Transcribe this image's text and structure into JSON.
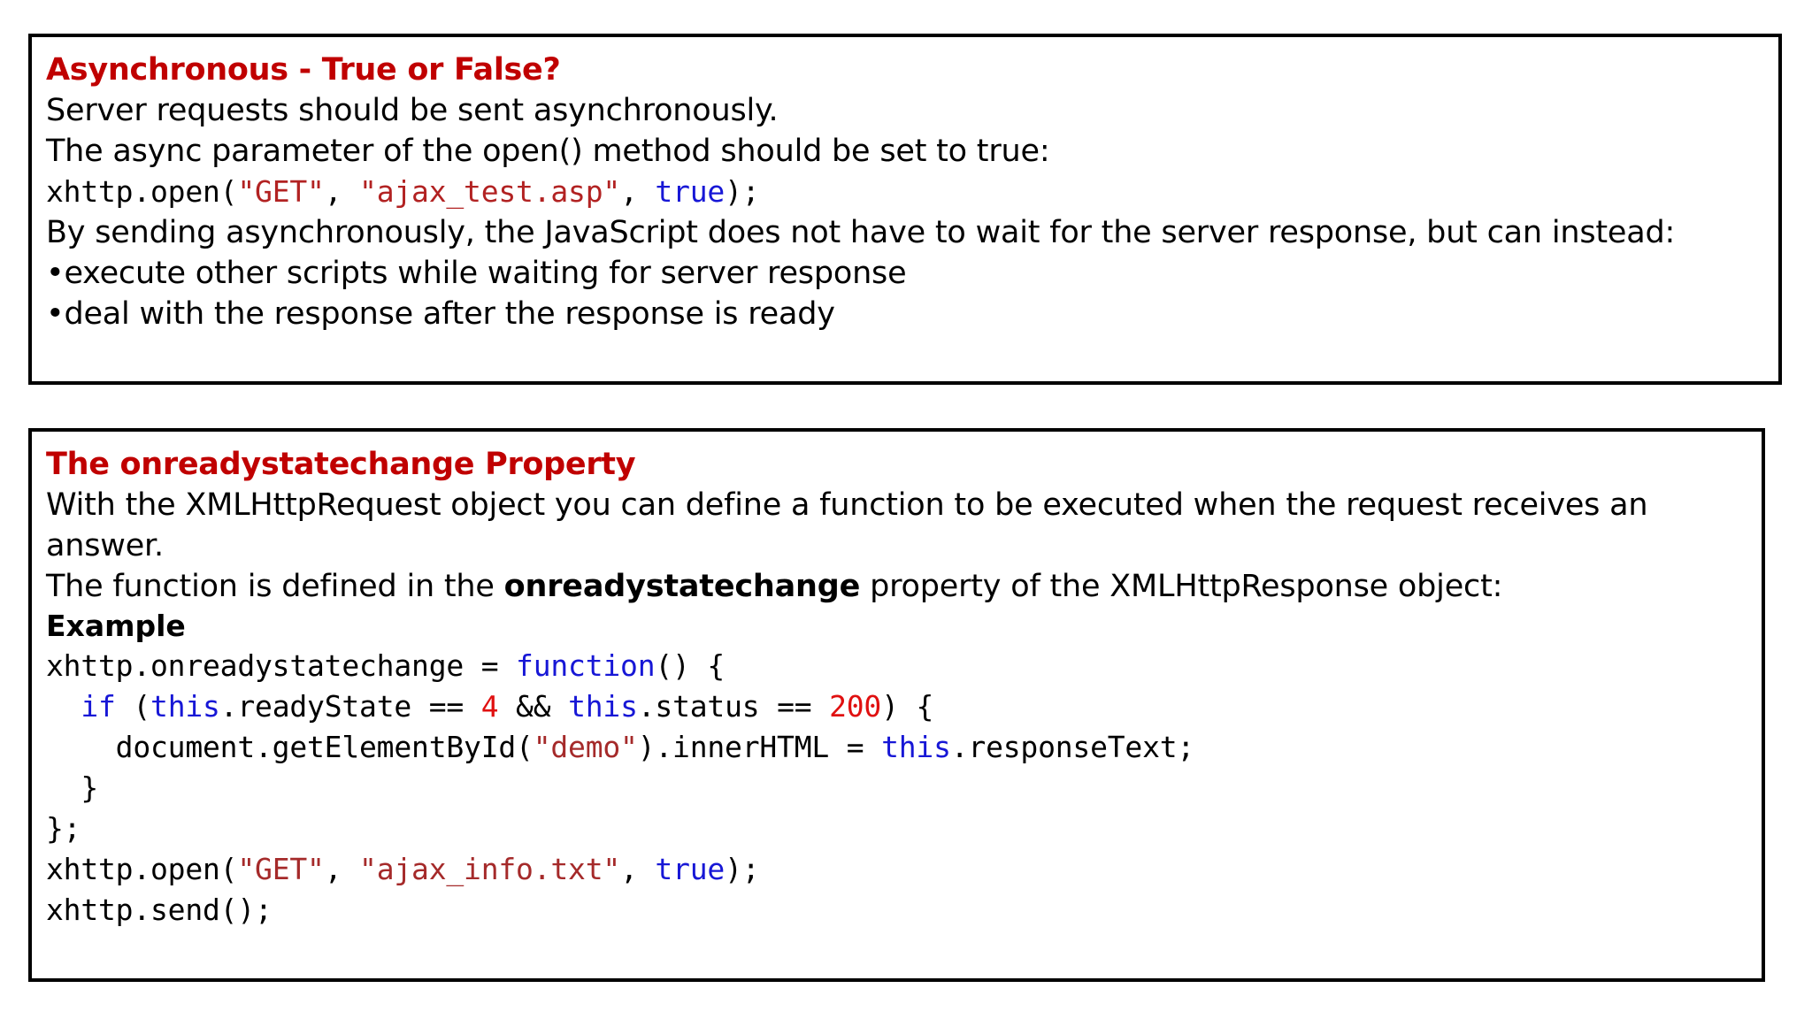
{
  "colors": {
    "heading": "#C00000",
    "string": "#A52A2A",
    "keyword": "#1717D6",
    "number": "#E01010",
    "border": "#000000",
    "background": "#FFFFFF",
    "text": "#000000"
  },
  "panels": [
    {
      "id": "asynchronous-panel",
      "heading": "Asynchronous - True or False?",
      "lines": [
        "Server requests should be sent asynchronously.",
        "The async parameter of the open() method should be set to true:"
      ],
      "code": {
        "prefix": "xhttp.open(",
        "arg1": "\"GET\"",
        "sep1": ", ",
        "arg2": "\"ajax_test.asp\"",
        "sep2": ", ",
        "arg3": "true",
        "suffix": ");"
      },
      "paragraph": "By sending asynchronously, the JavaScript does not have to wait for the server response, but can instead:",
      "bullets": [
        "•execute other scripts while waiting for server response",
        "•deal with the response after the response is ready"
      ]
    },
    {
      "id": "onreadystatechange-panel",
      "heading": "The onreadystatechange Property",
      "paragraph": "With the XMLHttpRequest object you can define a function to be executed when the request receives an answer.",
      "sentence": {
        "before": "The function is defined in the ",
        "bold": "onreadystatechange",
        "after": " property of the XMLHttpResponse object:"
      },
      "example_label": "Example",
      "code_lines": [
        {
          "t0": "xhttp.onreadystatechange = ",
          "kw1": "function",
          "t1": "() {"
        },
        {
          "t0": "  ",
          "kw1": "if",
          "t1": " (",
          "kw2": "this",
          "t2": ".readyState == ",
          "num1": "4",
          "t3": " && ",
          "kw3": "this",
          "t4": ".status == ",
          "num2": "200",
          "t5": ") {"
        },
        {
          "t0": "    document.getElementById(",
          "str1": "\"demo\"",
          "t1": ").innerHTML = ",
          "kw1": "this",
          "t2": ".responseText;"
        },
        {
          "t0": "  }"
        },
        {
          "t0": "};"
        },
        {
          "t0": "xhttp.open(",
          "str1": "\"GET\"",
          "t1": ", ",
          "str2": "\"ajax_info.txt\"",
          "t2": ", ",
          "kw1": "true",
          "t3": ");"
        },
        {
          "t0": "xhttp.send();"
        }
      ]
    }
  ]
}
